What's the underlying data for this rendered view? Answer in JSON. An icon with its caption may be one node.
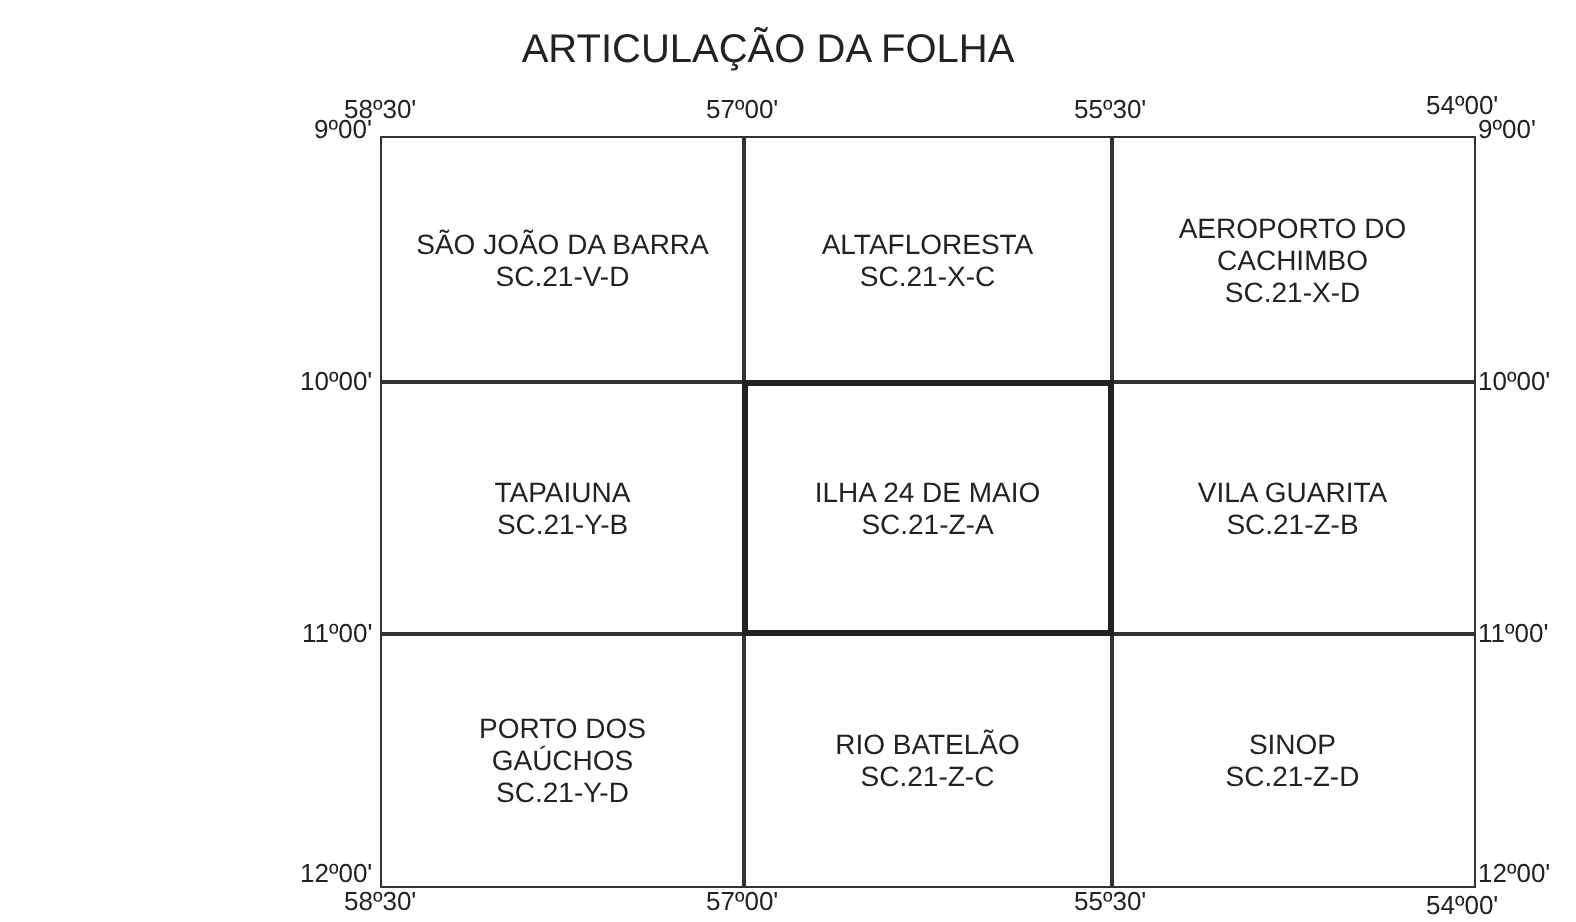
{
  "diagram": {
    "title": "ARTICULAÇÃO DA FOLHA",
    "nodes": [
      {
        "text": [
          "SÃO JOÃO DA BARRA",
          "SC.21-V-D"
        ]
      },
      {
        "text": [
          "ALTAFLORESTA",
          "SC.21-X-C"
        ]
      },
      {
        "text": [
          "AEROPORTO DO CACHIMBO",
          "SC.21-X-D"
        ]
      },
      {
        "text": [
          "TAPAIUNA",
          "SC.21-Y-B"
        ]
      },
      {
        "text": [
          "ILHA 24 DE MAIO",
          "SC.21-Z-A"
        ]
      },
      {
        "text": [
          "VILA GUARITA",
          "SC.21-Z-B"
        ]
      },
      {
        "text": [
          "PORTO DOS GAÚCHOS",
          "SC.21-Y-D"
        ]
      },
      {
        "text": [
          "RIO BATELÃO",
          "SC.21-Z-C"
        ]
      },
      {
        "text": [
          "SINOP",
          "SC.21-Z-D"
        ]
      }
    ],
    "labels": [
      "58º30'",
      "57º00'",
      "55º30'",
      "54º00'",
      "9º00'",
      "9º00'",
      "10º00'",
      "10º00'",
      "11º00'",
      "11º00'",
      "12º00'",
      "12º00'",
      "58º30'",
      "57º00'",
      "55º30'",
      "54º00'"
    ]
  }
}
